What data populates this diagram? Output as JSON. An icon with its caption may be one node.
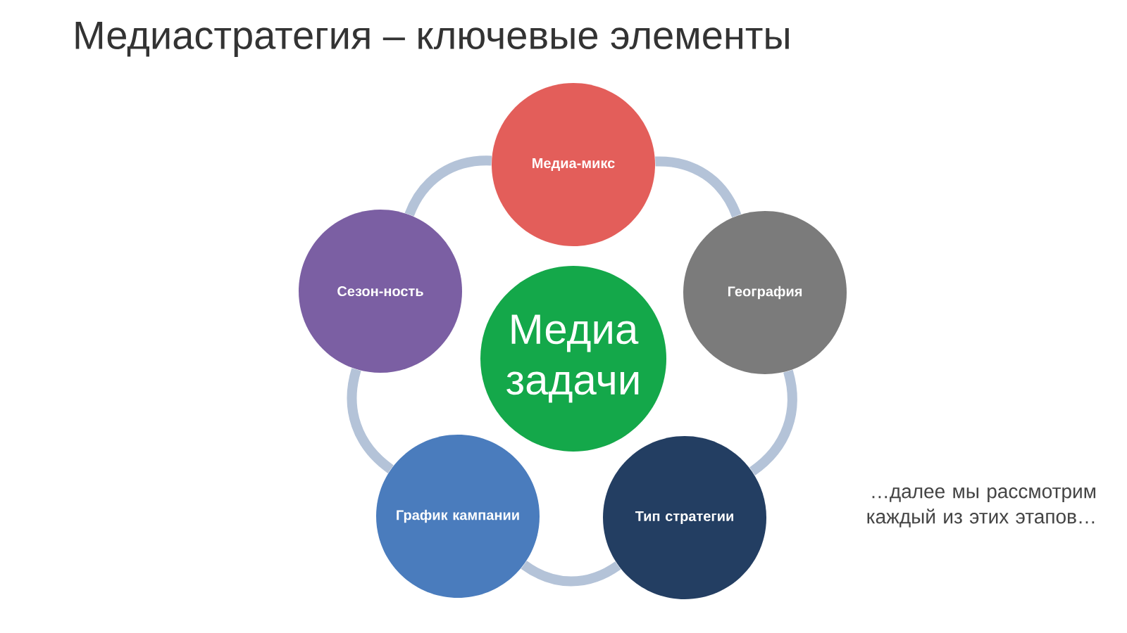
{
  "diagram": {
    "title": "Медиастратегия – ключевые элементы",
    "nodes": [
      {
        "text": [
          "Медиа-микс"
        ]
      },
      {
        "text": [
          "Сезон-ность"
        ]
      },
      {
        "text": [
          "География"
        ]
      },
      {
        "text": [
          "Медиа задачи"
        ]
      },
      {
        "text": [
          "График кампании"
        ]
      },
      {
        "text": [
          "Тип стратегии"
        ]
      }
    ],
    "edges": [
      {
        "from": 0,
        "to": 2,
        "arrow": "none"
      },
      {
        "from": 2,
        "to": 5,
        "arrow": "none"
      },
      {
        "from": 5,
        "to": 4,
        "arrow": "none"
      },
      {
        "from": 4,
        "to": 1,
        "arrow": "none"
      },
      {
        "from": 1,
        "to": 0,
        "arrow": "none"
      }
    ],
    "labels": [
      "…далее мы рассмотрим каждый из этих этапов…"
    ]
  }
}
